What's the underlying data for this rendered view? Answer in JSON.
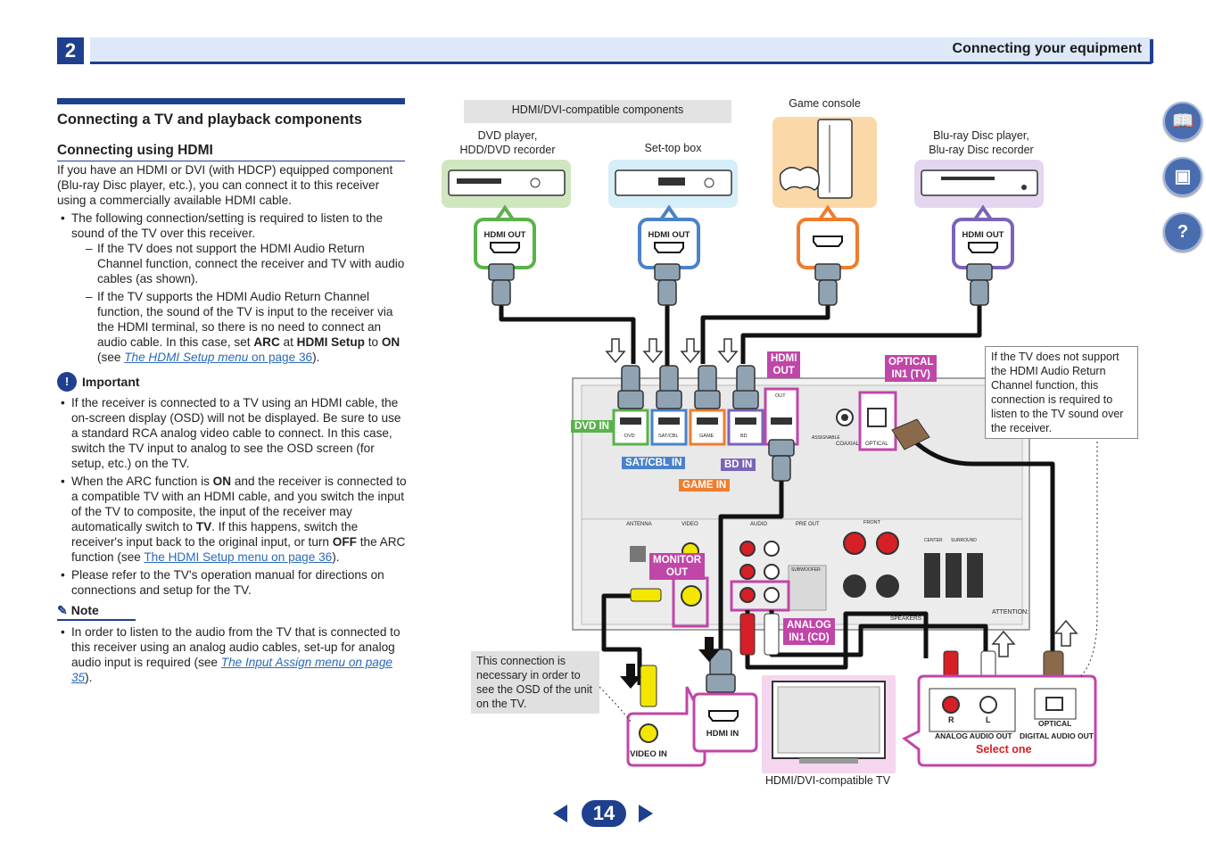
{
  "header": {
    "chapter_number": "2",
    "section_title": "Connecting your equipment"
  },
  "content": {
    "heading": "Connecting a TV and playback components",
    "subheading": "Connecting using HDMI",
    "intro": "If you have an HDMI or DVI (with HDCP) equipped component (Blu-ray Disc player, etc.), you can connect it to this receiver using a commercially available HDMI cable.",
    "bullet1": "The following connection/setting is required to listen to the sound of the TV over this receiver.",
    "dash1": "If the TV does not support the HDMI Audio Return Channel function, connect the receiver and TV with audio cables (as shown).",
    "dash2_a": "If the TV supports the HDMI Audio Return Channel function, the sound of the TV is input to the receiver via the HDMI terminal, so there is no need to connect an audio cable. In this case, set ",
    "dash2_arc": "ARC",
    "dash2_at": " at ",
    "dash2_setup": "HDMI Setup",
    "dash2_to": " to ",
    "dash2_on": "ON",
    "dash2_see": " (see ",
    "dash2_link": "The HDMI Setup menu",
    "dash2_page": " on page 36",
    "dash2_end": ").",
    "important_icon": "exclamation-icon",
    "important_label": "Important",
    "imp1": "If the receiver is connected to a TV using an HDMI cable, the on-screen display (OSD) will not be displayed. Be sure to use a standard RCA analog video cable to connect. In this case, switch the TV input to analog to see the OSD screen (for setup, etc.) on the TV.",
    "imp2_a": "When the ARC function is ",
    "imp2_on": "ON",
    "imp2_b": " and the receiver is connected to a compatible TV with an HDMI cable, and you switch the input of the TV to composite, the input of the receiver may automatically switch to ",
    "imp2_tv": "TV",
    "imp2_c": ". If this happens, switch the receiver's input back to the original input, or turn ",
    "imp2_off": "OFF",
    "imp2_d": " the ARC function (see ",
    "imp2_link": "The HDMI Setup menu on page 36",
    "imp2_e": ").",
    "imp3": "Please refer to the TV's operation manual for directions on connections and setup for the TV.",
    "note_label": "Note",
    "note1_a": "In order to listen to the audio from the TV that is connected to this receiver using an analog audio cables, set-up for analog audio input is required (see ",
    "note1_link": "The Input Assign menu on page 35",
    "note1_b": ")."
  },
  "diagram": {
    "group_label": "HDMI/DVI-compatible components",
    "dvd_label": "DVD player,\nHDD/DVD recorder",
    "settop_label": "Set-top box",
    "game_label": "Game console",
    "bluray_label": "Blu-ray Disc player,\nBlu-ray Disc recorder",
    "hdmi_out": "HDMI  OUT",
    "dvd_in": "DVD IN",
    "sat_in": "SAT/CBL IN",
    "game_in": "GAME IN",
    "bd_in": "BD IN",
    "hdmi_out_tag": "HDMI\nOUT",
    "optical_tag": "OPTICAL\nIN1 (TV)",
    "monitor_out": "MONITOR\nOUT",
    "analog_in": "ANALOG\nIN1 (CD)",
    "arc_note": "If the TV does not support the HDMI Audio Return Channel function, this connection is required to listen to the TV sound over the receiver.",
    "osd_note": "This connection is necessary in order to see the OSD of the unit on the TV.",
    "video_in": "VIDEO IN",
    "hdmi_in": "HDMI IN",
    "tv_label": "HDMI/DVI-compatible TV",
    "r_label": "R",
    "l_label": "L",
    "analog_audio_out": "ANALOG AUDIO OUT",
    "optical_label": "OPTICAL",
    "digital_audio_out": "DIGITAL AUDIO OUT",
    "select_one": "Select one",
    "panel_antenna": "ANTENNA",
    "panel_video": "VIDEO",
    "panel_audio": "AUDIO",
    "panel_preout": "PRE OUT",
    "panel_front": "FRONT",
    "panel_center": "CENTER",
    "panel_surround": "SURROUND",
    "panel_subwoofer": "SUBWOOFER",
    "panel_speakers": "SPEAKERS",
    "panel_attention": "ATTENTION:",
    "panel_coaxial": "COAXIAL",
    "panel_optical": "OPTICAL",
    "panel_assignable": "ASSIGNABLE",
    "port_dvd": "DVD",
    "port_sat": "SAT/CBL",
    "port_game": "GAME",
    "port_bd": "BD",
    "port_out": "OUT"
  },
  "colors": {
    "brand_blue": "#1f3f8f",
    "dvd_green": "#5ab34a",
    "sat_blue": "#4b82c8",
    "game_orange": "#ef7d2d",
    "bd_purple": "#7b63b8",
    "magenta": "#c046a8",
    "yellow": "#f3e600",
    "red_plug": "#d61f26"
  },
  "navigation": {
    "page_number": "14",
    "prev_icon": "triangle-left-icon",
    "next_icon": "triangle-right-icon",
    "side_icons": [
      "book-icon",
      "remote-icon",
      "help-icon"
    ]
  }
}
